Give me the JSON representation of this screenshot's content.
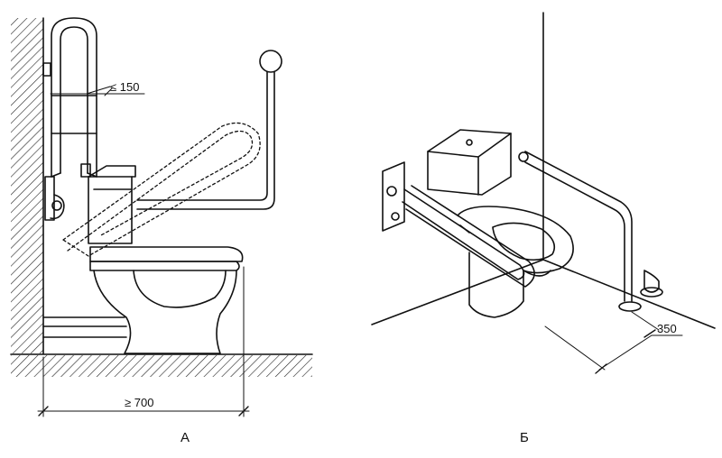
{
  "panels": [
    {
      "id": "A",
      "caption": "А",
      "dimensions": [
        "≤ 150",
        "≥ 700"
      ]
    },
    {
      "id": "B",
      "caption": "Б",
      "dimensions": [
        "350"
      ]
    }
  ],
  "colors": {
    "line": "#111111",
    "hatch": "#222222",
    "background": "#ffffff"
  }
}
